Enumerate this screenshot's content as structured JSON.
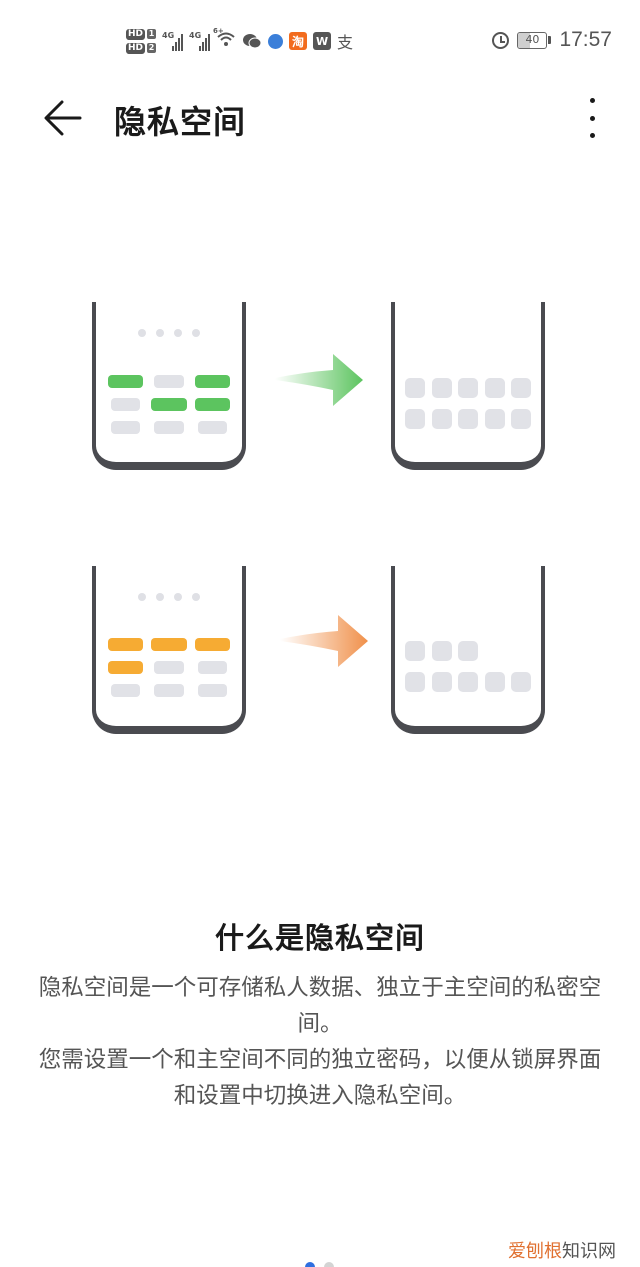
{
  "status_bar": {
    "sim1_label": "HD",
    "sim1_num": "1",
    "sim2_label": "HD",
    "sim2_num": "2",
    "network1": "4G",
    "network2": "4G",
    "wifi_tag": "6+",
    "notification_icons": [
      "wechat-icon",
      "browser-icon",
      "taobao-icon",
      "wps-icon",
      "alipay-icon"
    ],
    "taobao_glyph": "淘",
    "wps_glyph": "W",
    "alipay_glyph": "支",
    "battery_level": "40",
    "battery_fraction": 0.4,
    "time": "17:57"
  },
  "app_bar": {
    "back_icon": "arrow-left-icon",
    "title": "隐私空间",
    "more_icon": "more-vertical-icon"
  },
  "illustration": {
    "accent_green": "#5cc45f",
    "accent_orange": "#f6ab33",
    "steps": [
      {
        "color": "green",
        "left_rows": [
          [
            "green",
            "gray",
            "green"
          ],
          [
            "gray",
            "green",
            "green"
          ],
          [
            "gray",
            "gray",
            "gray"
          ]
        ],
        "right_tiles": [
          5,
          5
        ]
      },
      {
        "color": "orange",
        "left_rows": [
          [
            "orange",
            "orange",
            "orange"
          ],
          [
            "orange",
            "gray",
            "gray"
          ],
          [
            "gray",
            "gray",
            "gray"
          ]
        ],
        "right_tiles": [
          3,
          5
        ]
      }
    ]
  },
  "info": {
    "title": "什么是隐私空间",
    "paragraph1": "隐私空间是一个可存储私人数据、独立于主空间的私密空间。",
    "paragraph2": "您需设置一个和主空间不同的独立密码，以便从锁屏界面和设置中切换进入隐私空间。"
  },
  "pager": {
    "total": 2,
    "current": 1
  },
  "watermark": {
    "brand": "爱刨根",
    "suffix": "知识网"
  }
}
